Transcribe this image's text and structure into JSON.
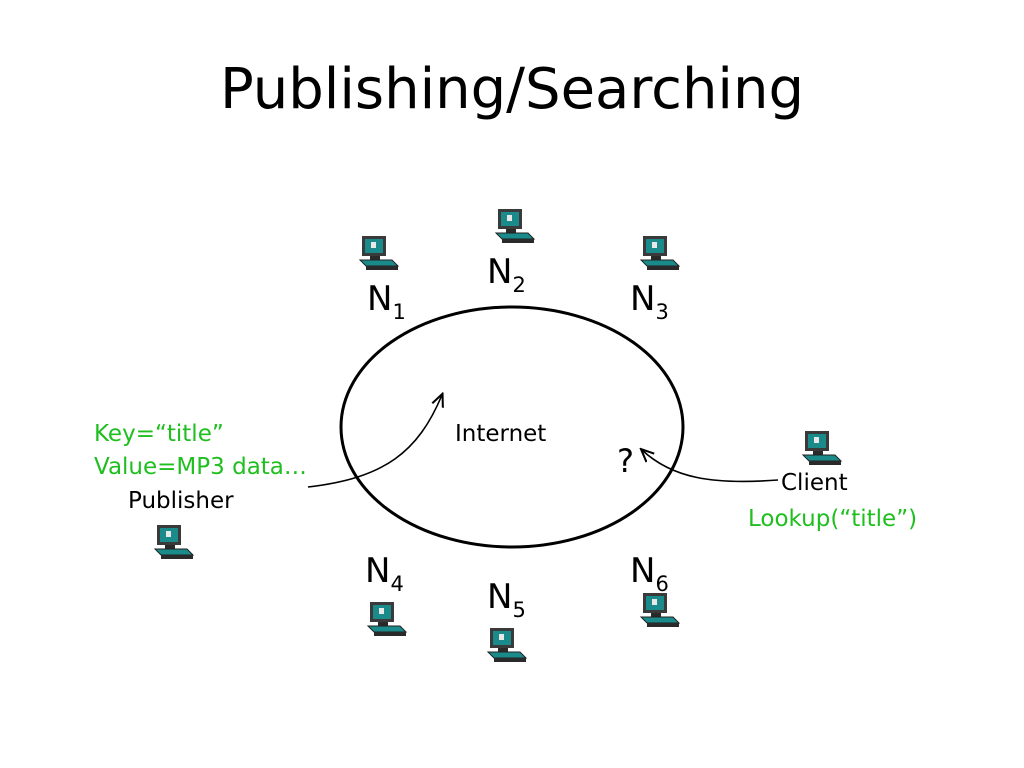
{
  "title": "Publishing/Searching",
  "diagram": {
    "center_label": "Internet",
    "query_mark": "?",
    "nodes": [
      {
        "id": "N1",
        "letter": "N",
        "sub": "1"
      },
      {
        "id": "N2",
        "letter": "N",
        "sub": "2"
      },
      {
        "id": "N3",
        "letter": "N",
        "sub": "3"
      },
      {
        "id": "N4",
        "letter": "N",
        "sub": "4"
      },
      {
        "id": "N5",
        "letter": "N",
        "sub": "5"
      },
      {
        "id": "N6",
        "letter": "N",
        "sub": "6"
      }
    ],
    "publisher": {
      "key_line": "Key=“title”",
      "value_line": "Value=MP3 data…",
      "label": "Publisher"
    },
    "client": {
      "label": "Client",
      "lookup": "Lookup(“title”)"
    }
  },
  "colors": {
    "text": "#000000",
    "highlight": "#1fbf1f",
    "computer": "#1a8a8a",
    "background": "#ffffff"
  },
  "icons": {
    "node": "computer-icon"
  }
}
